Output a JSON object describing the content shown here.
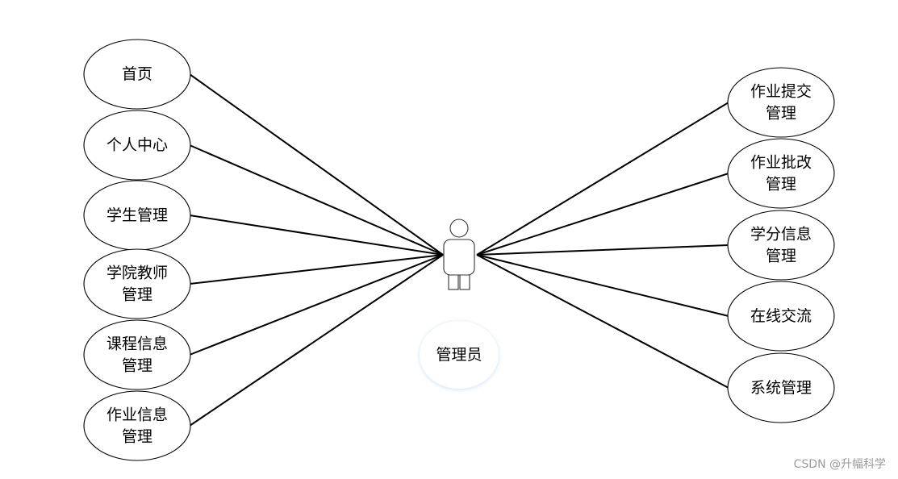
{
  "actor": {
    "label": "管理员"
  },
  "use_cases_left": [
    {
      "lines": [
        "首页"
      ]
    },
    {
      "lines": [
        "个人中心"
      ]
    },
    {
      "lines": [
        "学生管理"
      ]
    },
    {
      "lines": [
        "学院教师",
        "管理"
      ]
    },
    {
      "lines": [
        "课程信息",
        "管理"
      ]
    },
    {
      "lines": [
        "作业信息",
        "管理"
      ]
    }
  ],
  "use_cases_right": [
    {
      "lines": [
        "作业提交",
        "管理"
      ]
    },
    {
      "lines": [
        "作业批改",
        "管理"
      ]
    },
    {
      "lines": [
        "学分信息",
        "管理"
      ]
    },
    {
      "lines": [
        "在线交流"
      ]
    },
    {
      "lines": [
        "系统管理"
      ]
    }
  ],
  "watermark": "CSDN @升幅科学"
}
